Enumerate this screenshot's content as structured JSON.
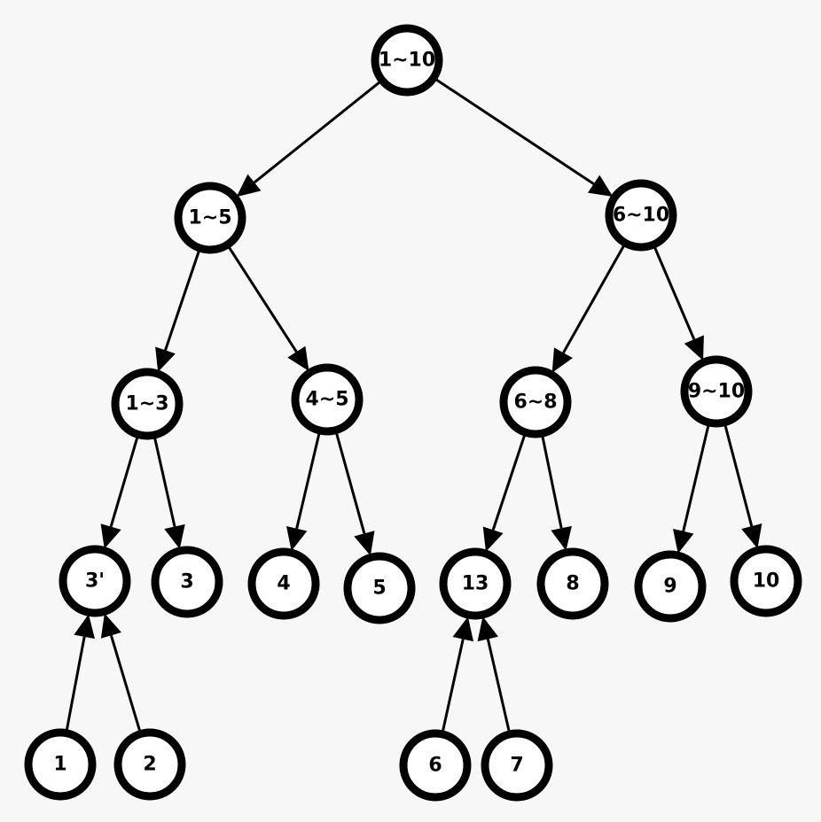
{
  "diagram": {
    "type": "tree",
    "colors": {
      "background": "#f7f7f7",
      "node_fill": "#ffffff",
      "stroke": "#000000"
    },
    "nodes": [
      {
        "id": "n1_10",
        "label": "1~10"
      },
      {
        "id": "n1_5",
        "label": "1~5"
      },
      {
        "id": "n6_10",
        "label": "6~10"
      },
      {
        "id": "n1_3",
        "label": "1~3"
      },
      {
        "id": "n4_5",
        "label": "4~5"
      },
      {
        "id": "n6_8",
        "label": "6~8"
      },
      {
        "id": "n9_10",
        "label": "9~10"
      },
      {
        "id": "n3p",
        "label": "3'"
      },
      {
        "id": "n3",
        "label": "3"
      },
      {
        "id": "n4",
        "label": "4"
      },
      {
        "id": "n5",
        "label": "5"
      },
      {
        "id": "n13",
        "label": "13"
      },
      {
        "id": "n8",
        "label": "8"
      },
      {
        "id": "n9",
        "label": "9"
      },
      {
        "id": "n10",
        "label": "10"
      },
      {
        "id": "n1",
        "label": "1"
      },
      {
        "id": "n2",
        "label": "2"
      },
      {
        "id": "n6",
        "label": "6"
      },
      {
        "id": "n7",
        "label": "7"
      }
    ],
    "edges": [
      {
        "from": "n1_10",
        "to": "n1_5"
      },
      {
        "from": "n1_10",
        "to": "n6_10"
      },
      {
        "from": "n1_5",
        "to": "n1_3"
      },
      {
        "from": "n1_5",
        "to": "n4_5"
      },
      {
        "from": "n6_10",
        "to": "n6_8"
      },
      {
        "from": "n6_10",
        "to": "n9_10"
      },
      {
        "from": "n1_3",
        "to": "n3p"
      },
      {
        "from": "n1_3",
        "to": "n3"
      },
      {
        "from": "n4_5",
        "to": "n4"
      },
      {
        "from": "n4_5",
        "to": "n5"
      },
      {
        "from": "n6_8",
        "to": "n13"
      },
      {
        "from": "n6_8",
        "to": "n8"
      },
      {
        "from": "n9_10",
        "to": "n9"
      },
      {
        "from": "n9_10",
        "to": "n10"
      },
      {
        "from": "n1",
        "to": "n3p"
      },
      {
        "from": "n2",
        "to": "n3p"
      },
      {
        "from": "n6",
        "to": "n13"
      },
      {
        "from": "n7",
        "to": "n13"
      }
    ]
  }
}
